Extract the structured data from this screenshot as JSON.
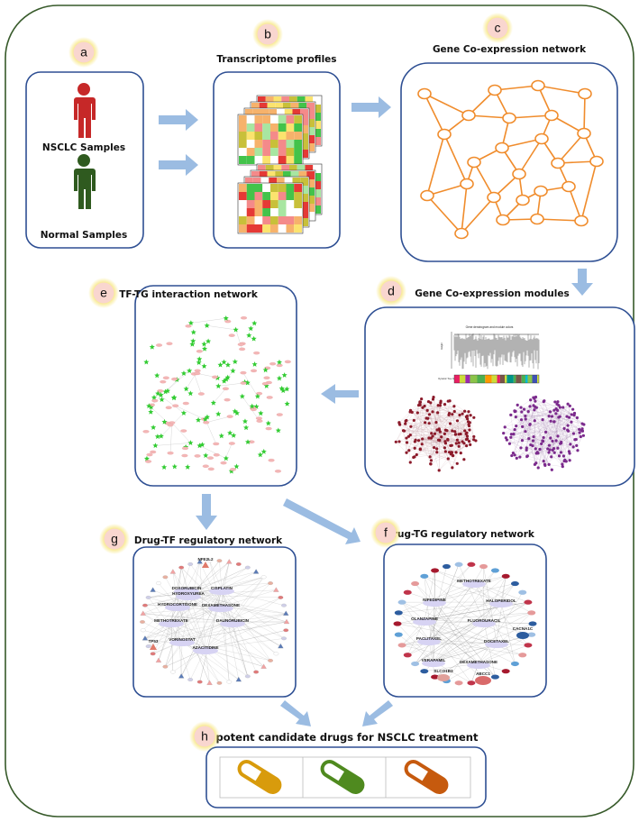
{
  "steps": {
    "a": {
      "letter": "a"
    },
    "b": {
      "letter": "b",
      "title": "Transcriptome profiles"
    },
    "c": {
      "letter": "c",
      "title": "Gene Co-expression network"
    },
    "d": {
      "letter": "d",
      "title": "Gene Co-expression modules"
    },
    "e": {
      "letter": "e",
      "title": "TF-TG interaction network"
    },
    "f": {
      "letter": "f",
      "title": "Drug-TG regulatory network"
    },
    "g": {
      "letter": "g",
      "title": "Drug-TF regulatory network"
    },
    "h": {
      "letter": "h",
      "title": "potent candidate drugs for NSCLC treatment"
    }
  },
  "samples": {
    "nsclc": "NSCLC Samples",
    "normal": "Normal Samples"
  },
  "dendrogram": {
    "title": "Gene dendrogram and module colors",
    "ylabel": "Height",
    "colors_label": "Dynamic Tree Cut"
  },
  "drug_tf_network": {
    "drugs": [
      "CISPLATIN",
      "DOXORUBICIN",
      "HYDROXYUREA",
      "HYDROCORTISONE",
      "DEXAMETHASONE",
      "METHOTREXATE",
      "DAUNORUBICIN",
      "VORINOSTAT",
      "AZACITIDINE"
    ],
    "genes": [
      "NFE2L2",
      "TP53"
    ]
  },
  "drug_tg_network": {
    "drugs": [
      "METHOTREXATE",
      "NIFEDIPINE",
      "HALOPERIDOL",
      "OLANZAPINE",
      "FLUOROURACIL",
      "PACLITAXEL",
      "DOCETAXEL",
      "VERAPAMIL",
      "DEXAMETHASONE"
    ],
    "genes": [
      "ABCC1",
      "SLCO1B3",
      "CACNA1C"
    ]
  },
  "colors": {
    "box_border": "#2e4f93",
    "outer_border": "#375a2a",
    "arrow": "#9bbce2",
    "badge_glow": "#f6e26b",
    "badge_fill": "#f9d6cf",
    "nsclc_person": "#c62828",
    "normal_person": "#2f5a1f",
    "network": "#f08c2c",
    "tf_star": "#33cc33",
    "capsule_1": "#d89b0c",
    "capsule_2": "#4f8a1f",
    "capsule_3": "#c65a0e"
  },
  "icons": [
    "person-icon",
    "heatmap-icon",
    "network-icon",
    "star-icon",
    "capsule-icon"
  ]
}
